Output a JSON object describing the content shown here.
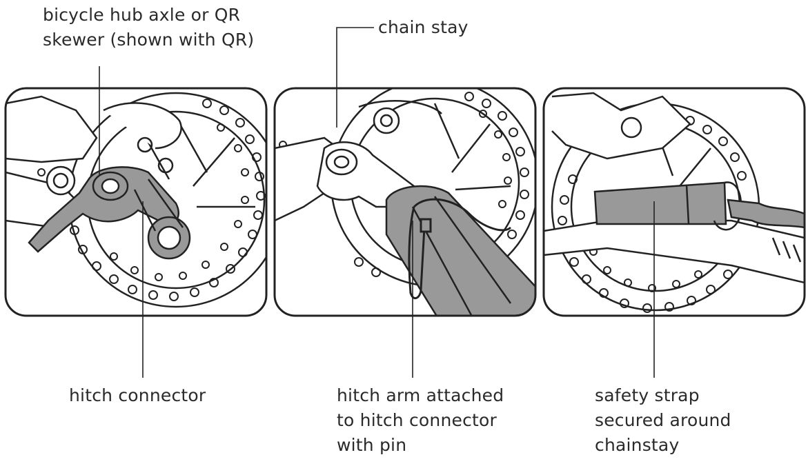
{
  "labels": {
    "hub_axle": [
      "bicycle hub axle or QR",
      "skewer (shown with QR)"
    ],
    "chain_stay": "chain stay",
    "hitch_connector": "hitch connector",
    "hitch_arm": [
      "hitch arm attached",
      "to hitch connector",
      "with pin"
    ],
    "safety_strap": [
      "safety strap",
      "secured around",
      "chainstay"
    ]
  },
  "colors": {
    "line": "#222222",
    "fill": "#999999",
    "background": "#ffffff"
  }
}
